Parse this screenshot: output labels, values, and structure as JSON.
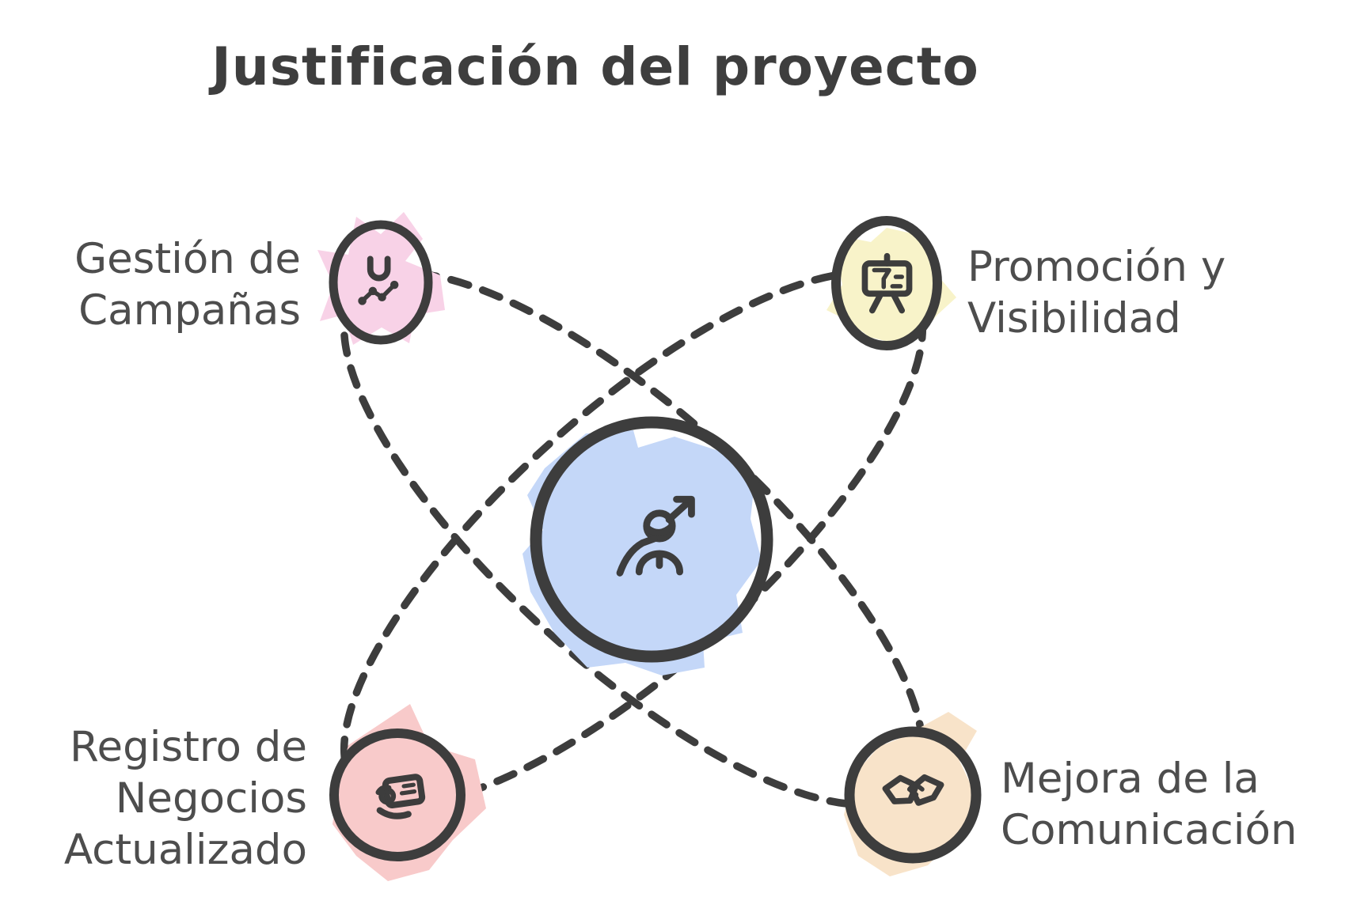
{
  "title": "Justificación del proyecto",
  "colors": {
    "stroke": "#3d3d3d",
    "title_text": "#3e3e3e",
    "label_text": "#4d4d4d",
    "background": "#ffffff"
  },
  "center_node": {
    "icon": "growth-person-icon",
    "blob_color": "#c4d7f8"
  },
  "nodes": {
    "top_left": {
      "lines": [
        "Gestión de",
        "Campañas"
      ],
      "icon": "magnet-analytics-icon",
      "blob_color": "#f8d2e7"
    },
    "top_right": {
      "lines": [
        "Promoción y",
        "Visibilidad"
      ],
      "icon": "presentation-board-icon",
      "blob_color": "#f8f3c9"
    },
    "bottom_left": {
      "lines": [
        "Registro de",
        "Negocios",
        "Actualizado"
      ],
      "icon": "id-card-hand-icon",
      "blob_color": "#f8caca"
    },
    "bottom_right": {
      "lines": [
        "Mejora de la",
        "Comunicación"
      ],
      "icon": "handshake-icon",
      "blob_color": "#f8e3c9"
    }
  }
}
